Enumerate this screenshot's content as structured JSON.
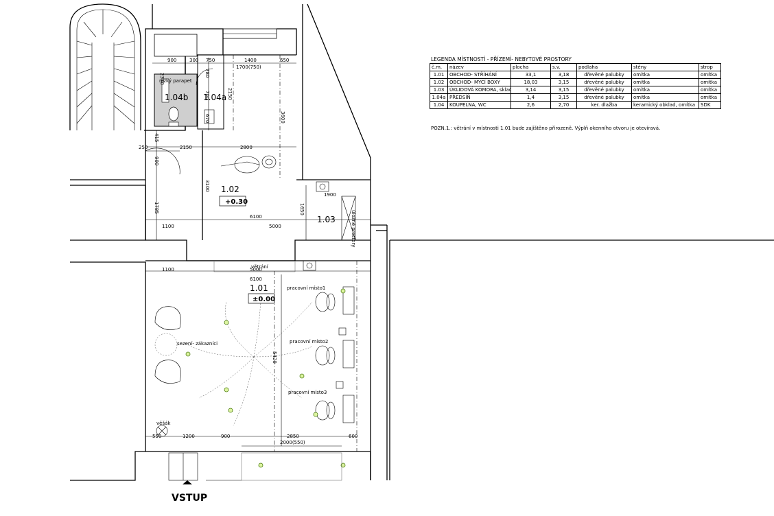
{
  "legend": {
    "title": "LEGENDA MÍSTNOSTÍ - PŘÍZEMÍ- NEBYTOVÉ PROSTORY",
    "columns": [
      "č.m.",
      "název",
      "plocha",
      "s.v.",
      "podlaha",
      "stěny",
      "strop"
    ],
    "rows": [
      [
        "1.01",
        "OBCHOD- STŘÍHÁNÍ",
        "33,1",
        "3,18",
        "dřevěné palubky",
        "omítka",
        "omítka"
      ],
      [
        "1.02",
        "OBCHOD- MYCÍ BOXY",
        "18,03",
        "3,15",
        "dřevěné palubky",
        "omítka",
        "omítka"
      ],
      [
        "1.03",
        "ÚKLIDOVÁ KOMORA, sklad",
        "3,14",
        "3,15",
        "dřevěné palubky",
        "omítka",
        "omítka"
      ],
      [
        "1.04a",
        "PŘEDSÍŇ",
        "1,4",
        "3,15",
        "dřevěné palubky",
        "omítka",
        "omítka"
      ],
      [
        "1.04",
        "KOUPELNA, WC",
        "2,6",
        "2,70",
        "ker. dlažba",
        "keramický obklad, omítka",
        "SDK"
      ]
    ],
    "note": "POZN.1.: větrání v místnosti 1.01 bude zajištěno přirozeně. Výplň okenního otvoru je otevíravá."
  },
  "plan": {
    "rooms": [
      {
        "id": "1.01",
        "level": "±0.00"
      },
      {
        "id": "1.02",
        "level": "+0.30"
      },
      {
        "id": "1.03"
      },
      {
        "id": "1.04a"
      },
      {
        "id": "1.04b"
      }
    ],
    "labels": {
      "low_ceiling": "nízký parapet",
      "shelves": "úložné prostory",
      "ventilation": "větrání",
      "seating": "sezení- zákazníci",
      "hanger": "věšák",
      "workplace1": "pracovní místo1",
      "workplace2": "pracovní místo2",
      "workplace3": "pracovní místo3",
      "entrance": "VSTUP"
    },
    "dimensions": {
      "d900_top": "900",
      "d300": "300",
      "d750": "750",
      "d1400": "1400",
      "d1700": "1700(750)",
      "d650": "650",
      "d780": "780",
      "d2150_v": "2150",
      "d700": "700",
      "d670": "670",
      "d3600": "3600",
      "d415": "415",
      "d250": "250",
      "d2150_h": "2150",
      "d2800": "2800",
      "d900_v": "900",
      "d3100": "3100",
      "d1900": "1900",
      "d1785": "1785",
      "d1650": "1650",
      "d6100_a": "6100",
      "d1100_a": "1100",
      "d5000_a": "5000",
      "d1100_b": "1100",
      "d5000_b": "5000",
      "d6100_b": "6100",
      "d5420": "5420",
      "d550": "550",
      "d1200": "1200",
      "d900_b": "900",
      "d2850": "2850",
      "d600": "600",
      "d2000": "2000(550)",
      "d2370": "2370"
    }
  }
}
